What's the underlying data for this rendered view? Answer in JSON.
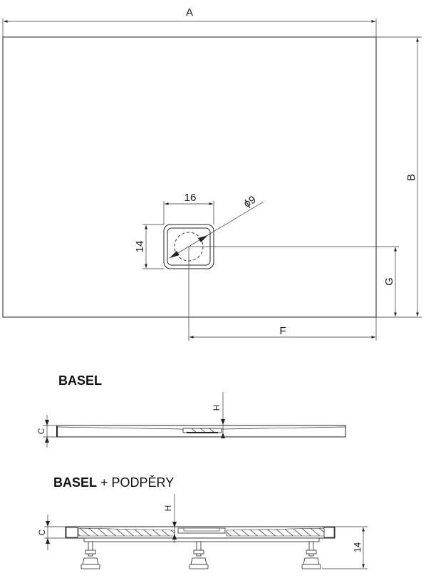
{
  "labels": {
    "a": "A",
    "b": "B",
    "f": "F",
    "g": "G",
    "w16": "16",
    "h14": "14",
    "phi9": "ϕ9",
    "h_section": "H",
    "c_section": "C",
    "h_feet": "H",
    "c_feet": "C",
    "h14_feet": "14"
  },
  "titles": {
    "basel": "BASEL",
    "basel_feet_bold": "BASEL",
    "basel_feet_plus": " + PODPĚRY"
  },
  "colors": {
    "stroke": "#222222",
    "tray_fill": "#ffffff"
  }
}
